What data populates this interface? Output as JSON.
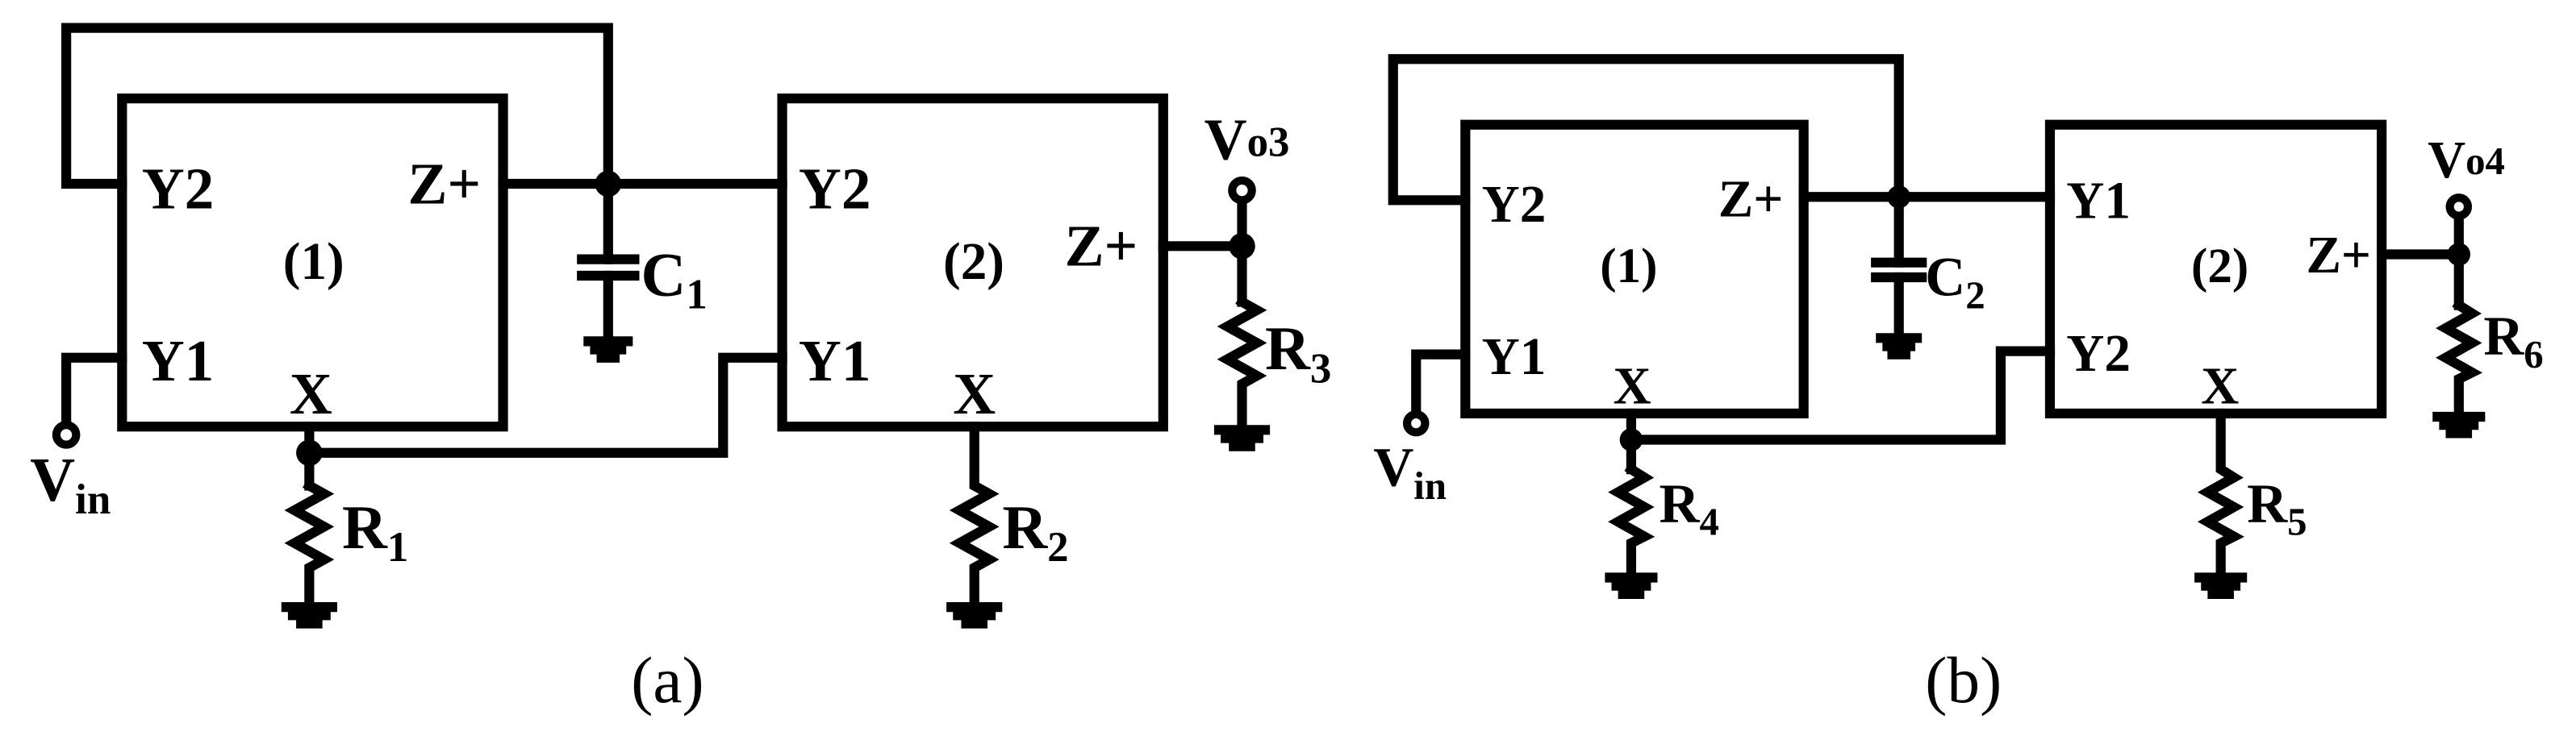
{
  "circuit_a": {
    "block1": {
      "id": "(1)",
      "y2": "Y2",
      "y1": "Y1",
      "zplus": "Z+",
      "x": "X"
    },
    "block2": {
      "id": "(2)",
      "y2": "Y2",
      "y1": "Y1",
      "zplus": "Z+",
      "x": "X"
    },
    "c1": {
      "base": "C",
      "sub": "1"
    },
    "r1": {
      "base": "R",
      "sub": "1"
    },
    "r2": {
      "base": "R",
      "sub": "2"
    },
    "r3": {
      "base": "R",
      "sub": "3"
    },
    "vin": {
      "base": "V",
      "sub": "in"
    },
    "vout": {
      "base": "V",
      "sub": "o3"
    },
    "caption": "(a)"
  },
  "circuit_b": {
    "block1": {
      "id": "(1)",
      "y2": "Y2",
      "y1": "Y1",
      "zplus": "Z+",
      "x": "X"
    },
    "block2": {
      "id": "(2)",
      "y1": "Y1",
      "y2": "Y2",
      "zplus": "Z+",
      "x": "X"
    },
    "c2": {
      "base": "C",
      "sub": "2"
    },
    "r4": {
      "base": "R",
      "sub": "4"
    },
    "r5": {
      "base": "R",
      "sub": "5"
    },
    "r6": {
      "base": "R",
      "sub": "6"
    },
    "vin": {
      "base": "V",
      "sub": "in"
    },
    "vout": {
      "base": "V",
      "sub": "o4"
    },
    "caption": "(b)"
  }
}
